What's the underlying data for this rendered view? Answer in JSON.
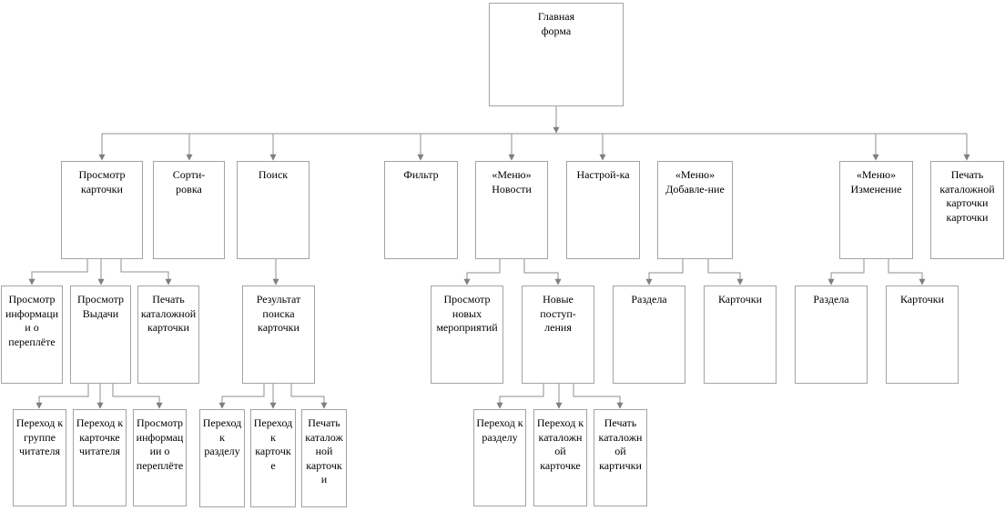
{
  "diagram": {
    "colors": {
      "background": "#ffffff",
      "box_border": "#a3a3a3",
      "connector": "#8f8f8f",
      "arrowhead": "#7f7f7f",
      "text": "#000000"
    },
    "nodes": [
      {
        "id": "main-form",
        "label": "Главная форма"
      },
      {
        "id": "view-card",
        "label": "Просмотр карточки"
      },
      {
        "id": "sorting",
        "label": "Сорти-ровка"
      },
      {
        "id": "search",
        "label": "Поиск"
      },
      {
        "id": "filter",
        "label": "Фильтр"
      },
      {
        "id": "menu-news",
        "label": "«Меню» Новости"
      },
      {
        "id": "settings",
        "label": "Настрой-ка"
      },
      {
        "id": "menu-add",
        "label": "«Меню» Добавле-ние"
      },
      {
        "id": "menu-edit",
        "label": "«Меню» Изменение"
      },
      {
        "id": "print-catalog-card-card",
        "label": "Печать каталожной карточки карточки"
      },
      {
        "id": "view-binding-info",
        "label": "Просмотр информации о переплёте"
      },
      {
        "id": "view-issue",
        "label": "Просмотр Выдачи"
      },
      {
        "id": "print-catalog-card",
        "label": "Печать каталожной карточки"
      },
      {
        "id": "search-result",
        "label": "Результат поиска карточки"
      },
      {
        "id": "view-new-events",
        "label": "Просмотр новых мероприятий"
      },
      {
        "id": "new-arrivals",
        "label": "Новые поступ-ления"
      },
      {
        "id": "section-add",
        "label": "Раздела"
      },
      {
        "id": "cards-add",
        "label": "Карточки"
      },
      {
        "id": "section-edit",
        "label": "Раздела"
      },
      {
        "id": "cards-edit",
        "label": "Карточки"
      },
      {
        "id": "go-reader-group",
        "label": "Переход к группе читателя"
      },
      {
        "id": "go-reader-card",
        "label": "Переход к карточке читателя"
      },
      {
        "id": "view-binding-info-2",
        "label": "Просмотр информации о переплёте"
      },
      {
        "id": "go-section",
        "label": "Переход к разделу"
      },
      {
        "id": "go-card",
        "label": "Переход к карточке"
      },
      {
        "id": "print-catalog-card-2",
        "label": "Печать каталожной карточки"
      },
      {
        "id": "go-section-2",
        "label": "Переход к разделу"
      },
      {
        "id": "go-catalog-card",
        "label": "Переход к каталожной карточке"
      },
      {
        "id": "print-catalog-card-3",
        "label": "Печать каталожной картички"
      }
    ],
    "edges": [
      {
        "from": "main-form",
        "to": "view-card"
      },
      {
        "from": "main-form",
        "to": "sorting"
      },
      {
        "from": "main-form",
        "to": "search"
      },
      {
        "from": "main-form",
        "to": "filter"
      },
      {
        "from": "main-form",
        "to": "menu-news"
      },
      {
        "from": "main-form",
        "to": "settings"
      },
      {
        "from": "main-form",
        "to": "menu-edit"
      },
      {
        "from": "main-form",
        "to": "print-catalog-card-card"
      },
      {
        "from": "view-card",
        "to": "view-binding-info"
      },
      {
        "from": "view-card",
        "to": "view-issue"
      },
      {
        "from": "view-card",
        "to": "print-catalog-card"
      },
      {
        "from": "search",
        "to": "search-result"
      },
      {
        "from": "menu-news",
        "to": "view-new-events"
      },
      {
        "from": "menu-news",
        "to": "new-arrivals"
      },
      {
        "from": "menu-add",
        "to": "section-add"
      },
      {
        "from": "menu-add",
        "to": "cards-add"
      },
      {
        "from": "menu-edit",
        "to": "section-edit"
      },
      {
        "from": "menu-edit",
        "to": "cards-edit"
      },
      {
        "from": "view-issue",
        "to": "go-reader-group"
      },
      {
        "from": "view-issue",
        "to": "go-reader-card"
      },
      {
        "from": "view-issue",
        "to": "view-binding-info-2"
      },
      {
        "from": "search-result",
        "to": "go-section"
      },
      {
        "from": "search-result",
        "to": "go-card"
      },
      {
        "from": "search-result",
        "to": "print-catalog-card-2"
      },
      {
        "from": "new-arrivals",
        "to": "go-section-2"
      },
      {
        "from": "new-arrivals",
        "to": "go-catalog-card"
      },
      {
        "from": "new-arrivals",
        "to": "print-catalog-card-3"
      }
    ]
  }
}
